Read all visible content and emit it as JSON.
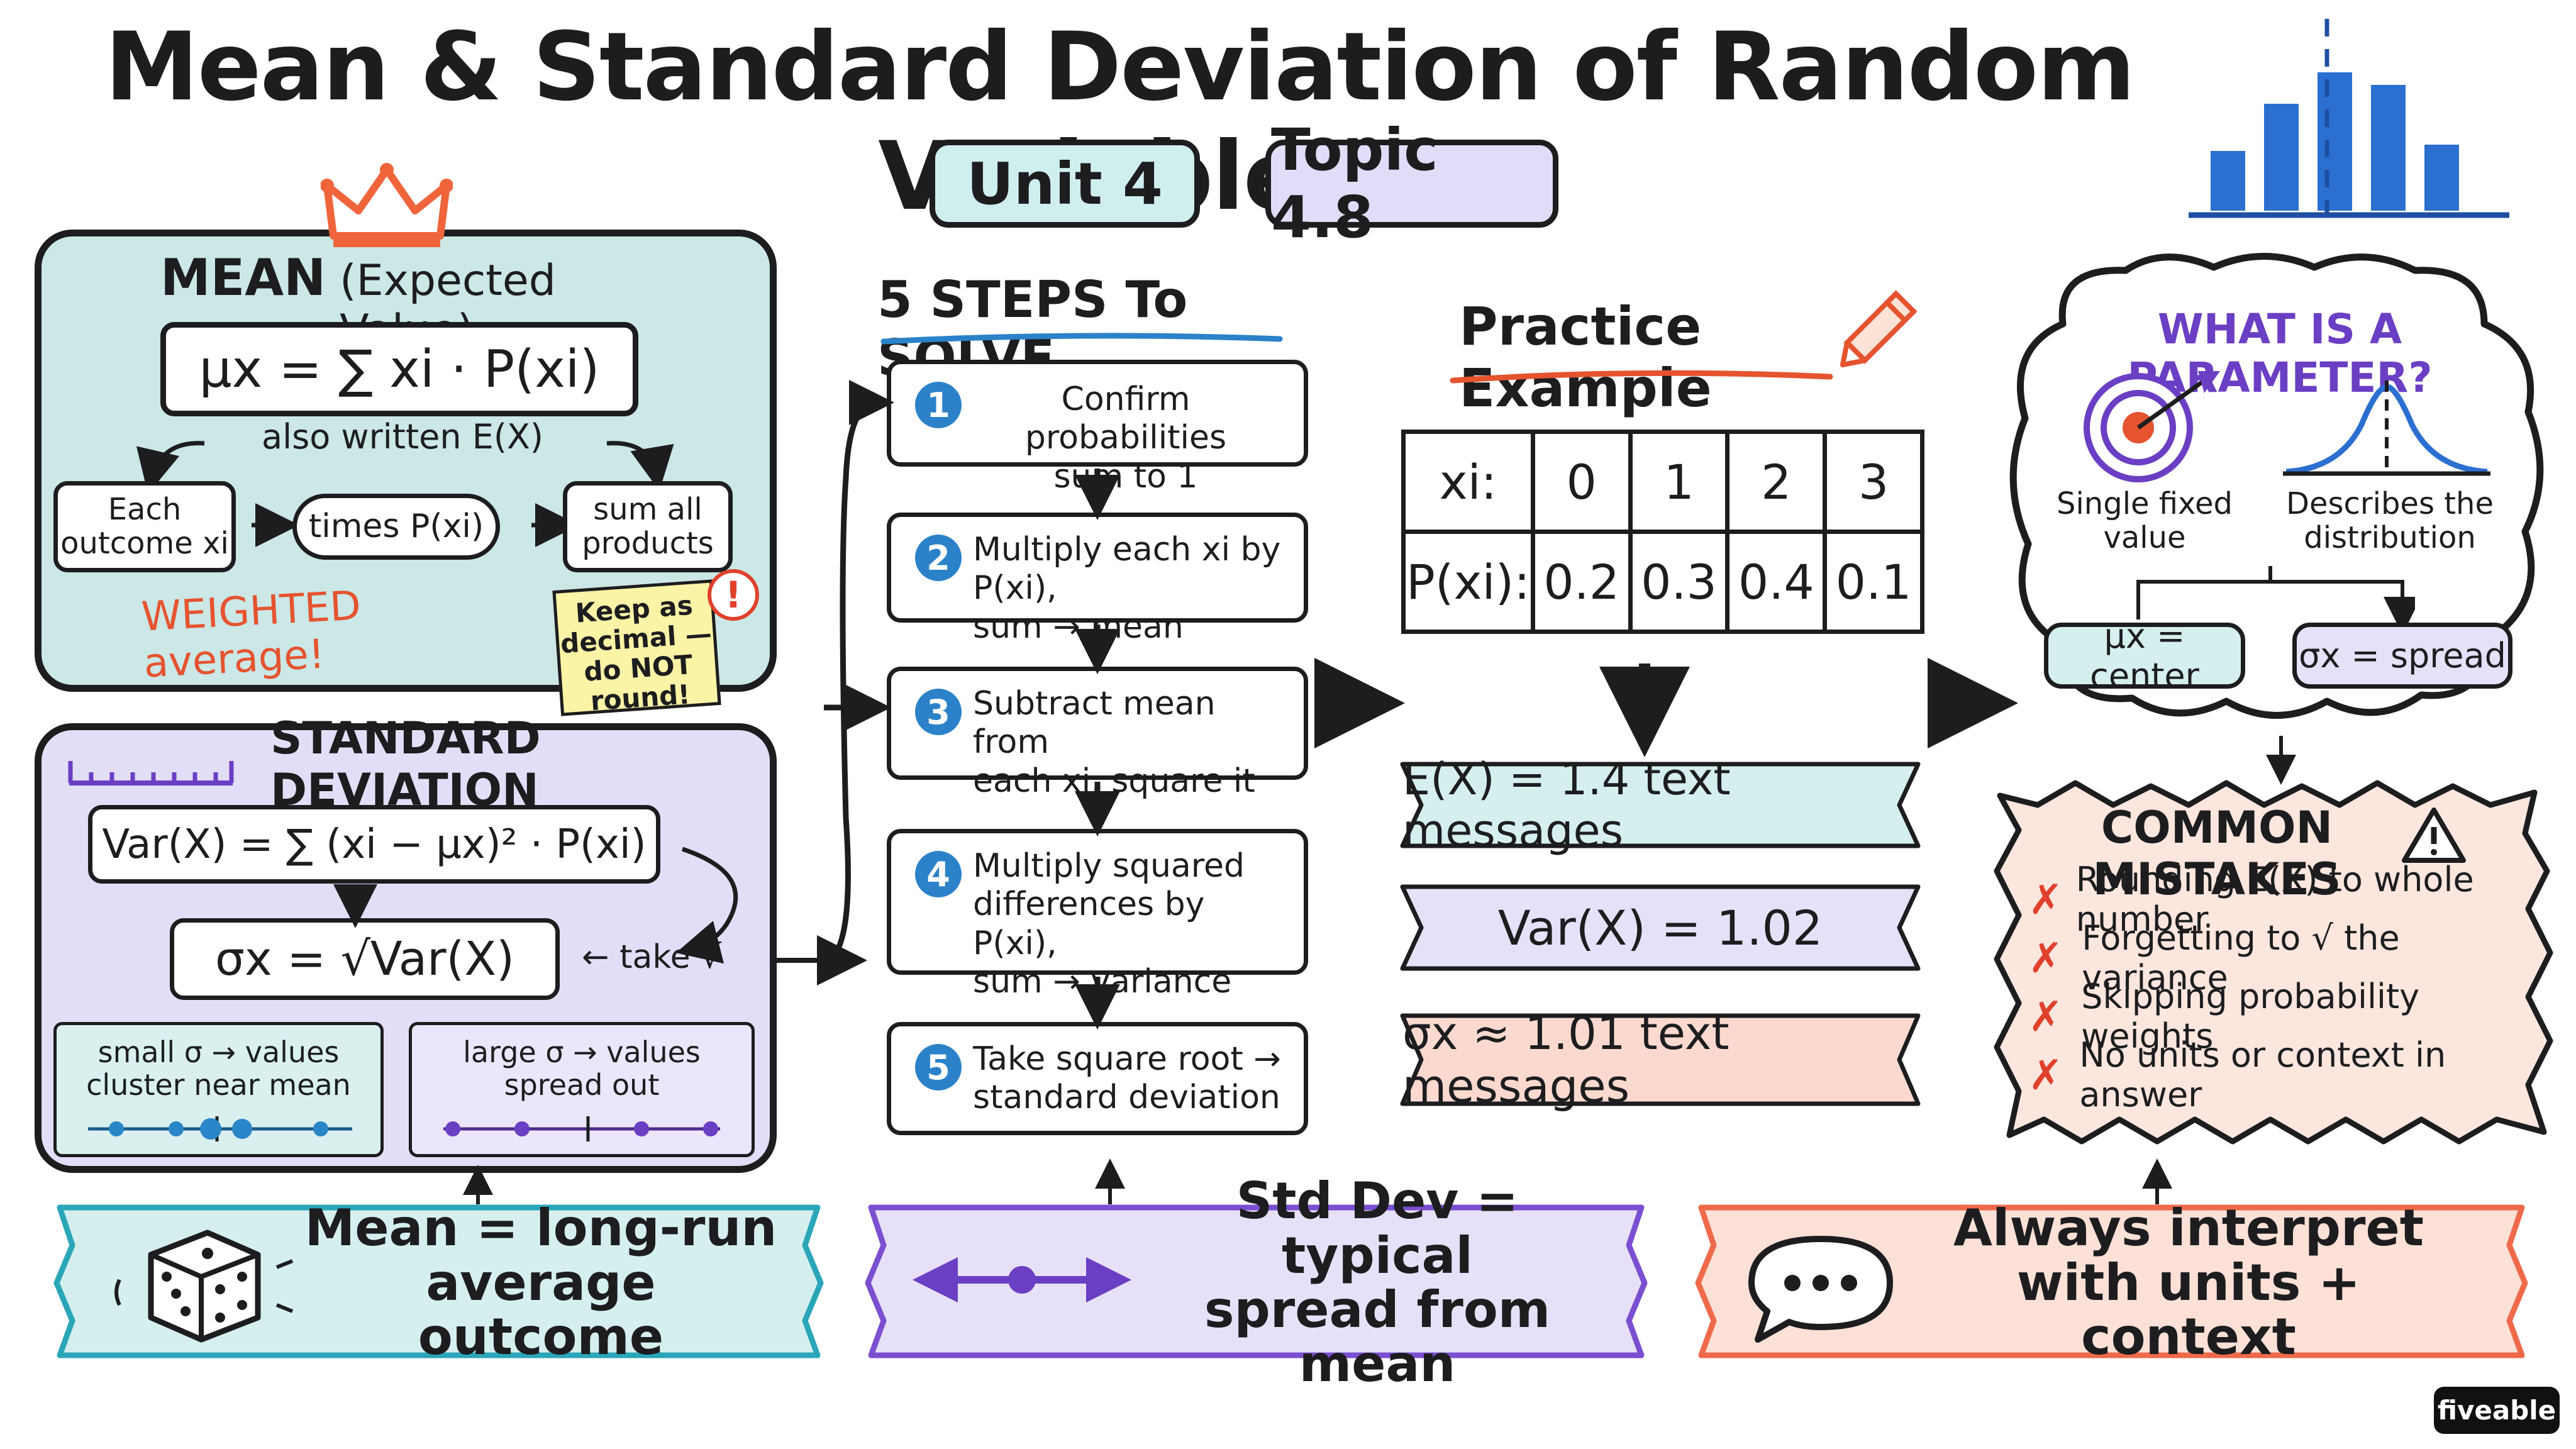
{
  "title": "Mean & Standard Deviation of Random Variables",
  "unit_label": "Unit 4",
  "topic_label": "Topic 4.8",
  "mean": {
    "heading": "MEAN",
    "heading_sub": "(Expected Value)",
    "formula": "μx = ∑ xi · P(xi)",
    "also_written": "also written E(X)",
    "flow": [
      "Each\noutcome xi",
      "times P(xi)",
      "sum all\nproducts"
    ],
    "weighted_note": "WEIGHTED average!",
    "sticky": "Keep as\ndecimal —\ndo NOT\nround!"
  },
  "std": {
    "heading": "STANDARD DEVIATION",
    "var_formula": "Var(X) = ∑ (xi − μx)² · P(xi)",
    "sd_formula": "σx = √Var(X)",
    "take_root": "← take √",
    "small_sigma": "small σ → values\ncluster near mean",
    "large_sigma": "large σ → values\nspread out"
  },
  "steps": {
    "heading": "5 STEPS To SOLVE",
    "items": [
      {
        "num": "1",
        "text": "Confirm probabilities\nsum to 1"
      },
      {
        "num": "2",
        "text": "Multiply each xi by P(xi),\nsum → mean"
      },
      {
        "num": "3",
        "text": "Subtract mean from\neach xi, square it"
      },
      {
        "num": "4",
        "text": "Multiply squared\ndifferences by P(xi),\nsum → variance"
      },
      {
        "num": "5",
        "text": "Take square root →\nstandard deviation"
      }
    ]
  },
  "practice": {
    "heading": "Practice Example",
    "row_x_label": "xi:",
    "row_p_label": "P(xi):",
    "x_values": [
      "0",
      "1",
      "2",
      "3"
    ],
    "p_values": [
      "0.2",
      "0.3",
      "0.4",
      "0.1"
    ],
    "results": [
      "E(X) = 1.4 text messages",
      "Var(X) = 1.02",
      "σx ≈ 1.01 text messages"
    ]
  },
  "parameter": {
    "heading": "WHAT IS A PARAMETER?",
    "target_caption": "Single fixed\nvalue",
    "curve_caption": "Describes the\ndistribution",
    "center": "μx = center",
    "spread": "σx = spread"
  },
  "mistakes": {
    "heading": "COMMON MISTAKES",
    "items": [
      "Rounding E(X) to whole number",
      "Forgetting to √ the variance",
      "Skipping probability weights",
      "No units or context in answer"
    ]
  },
  "bottom": [
    "Mean = long-run\naverage outcome",
    "Std Dev = typical\nspread from mean",
    "Always interpret\nwith units + context"
  ],
  "brand": "fiveable",
  "colors": {
    "mean_bg": "#cbe7e6",
    "std_bg": "#e3def7",
    "purple_accent": "#6a3fc4",
    "teal_banner": "#d5efee",
    "purple_banner": "#e6e1f8",
    "salmon_banner": "#fbd9cf",
    "blue_accent": "#2b82c9",
    "red_accent": "#e0412c"
  }
}
